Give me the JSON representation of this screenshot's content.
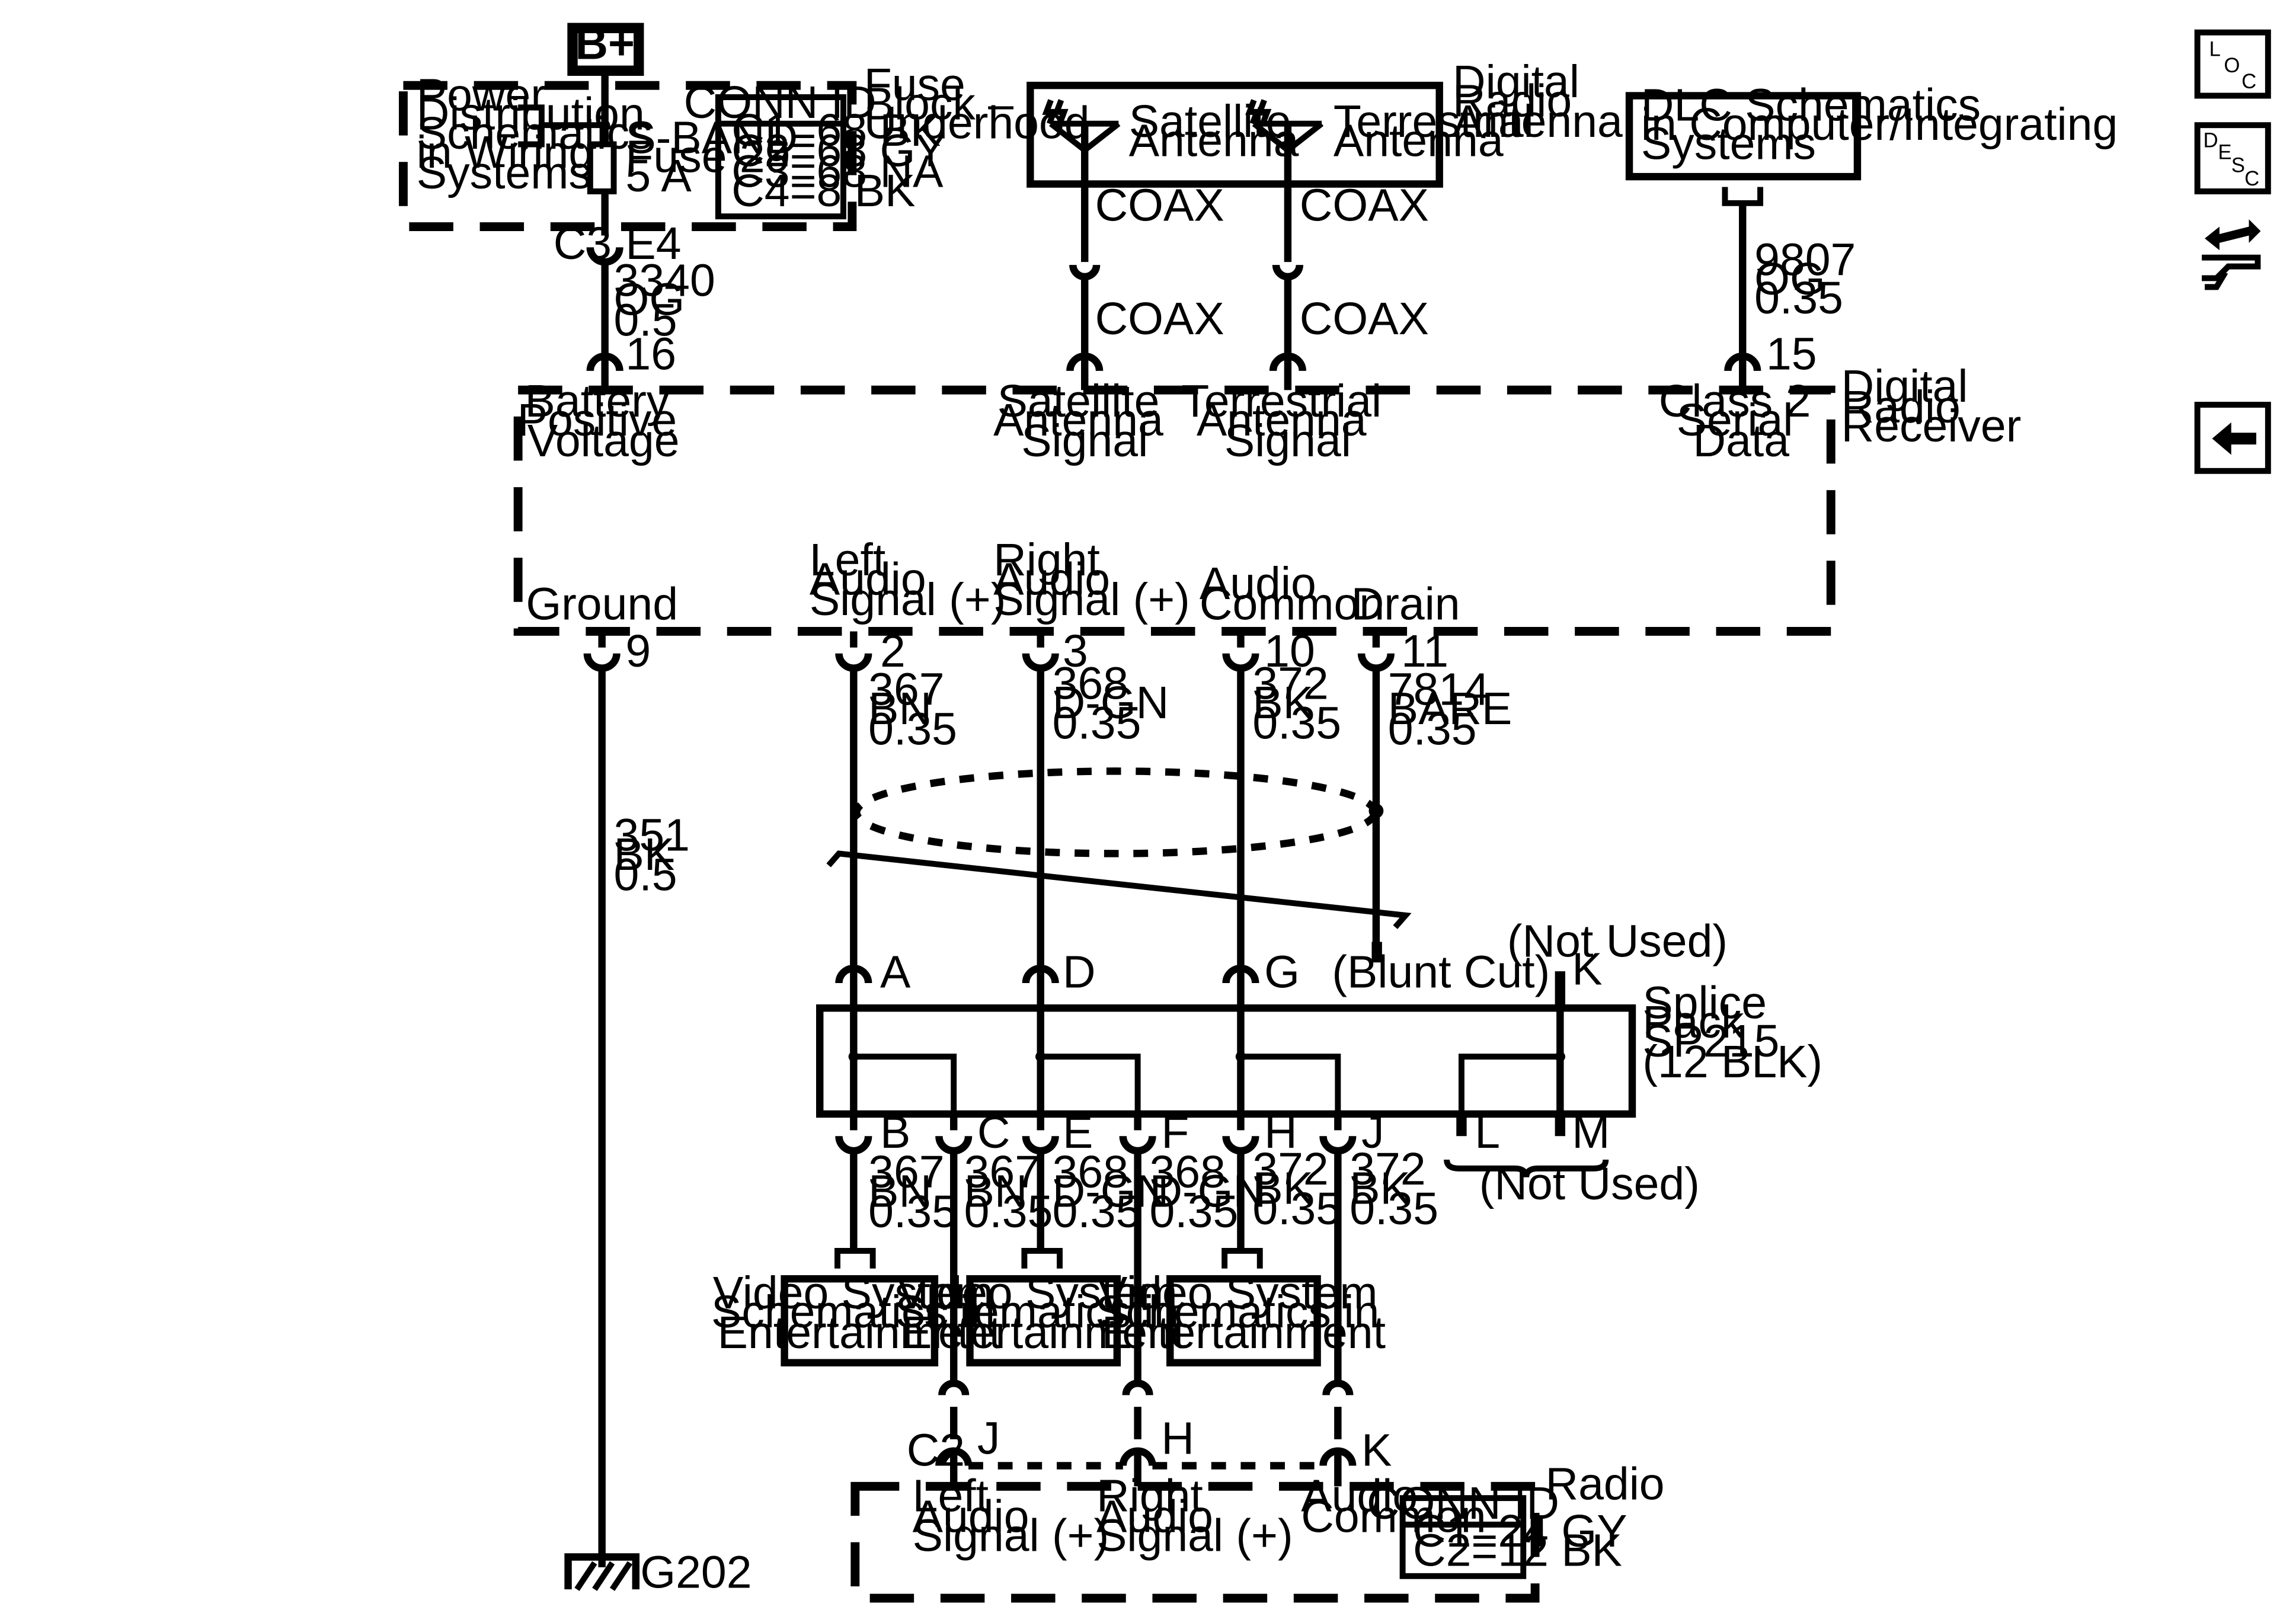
{
  "battery": "B+",
  "fuse_block": {
    "title": [
      "Fuse",
      "Block –",
      "Underhood"
    ],
    "power_ref": [
      "Power",
      "Distribution",
      "Schematics",
      "in Wiring",
      "Systems"
    ],
    "fuse": [
      "S-BAND",
      "Fuse 29",
      "5 A"
    ],
    "conn_id": {
      "title": "CONN ID",
      "rows": [
        "C1=68 BK",
        "C2=68 GY",
        "C3=68 NA",
        "C4=8 BK"
      ]
    },
    "connector": "C3",
    "pin": "E4"
  },
  "antenna": {
    "title": [
      "Digital",
      "Radio",
      "Antenna"
    ],
    "satellite": [
      "Satellite",
      "Antenna"
    ],
    "terrestrial": [
      "Terrestrial",
      "Antenna"
    ],
    "coax": "COAX"
  },
  "dlc": {
    "text": [
      "DLC Schematics",
      "in Computer/Integrating",
      "Systems"
    ]
  },
  "receiver": {
    "title": [
      "Digital",
      "Radio",
      "Receiver"
    ],
    "battery_positive": [
      "Battery",
      "Positive",
      "Voltage"
    ],
    "satellite_signal": [
      "Satellite",
      "Antenna",
      "Signal"
    ],
    "terrestrial_signal": [
      "Terrestrial",
      "Antenna",
      "Signal"
    ],
    "class2": [
      "Class 2",
      "Serial",
      "Data"
    ],
    "ground": "Ground",
    "left_audio": [
      "Left",
      "Audio",
      "Signal (+)"
    ],
    "right_audio": [
      "Right",
      "Audio",
      "Signal (+)"
    ],
    "audio_common": [
      "Audio",
      "Common"
    ],
    "drain": "Drain"
  },
  "wires": {
    "w3340": [
      "3340",
      "OG",
      "0.5"
    ],
    "w9807": [
      "9807",
      "OG",
      "0.35"
    ],
    "w351": [
      "351",
      "BK",
      "0.5"
    ],
    "w367": [
      "367",
      "BN",
      "0.35"
    ],
    "w368": [
      "368",
      "D-GN",
      "0.35"
    ],
    "w372": [
      "372",
      "BK",
      "0.35"
    ],
    "w7814": [
      "7814",
      "BARE",
      "0.35"
    ]
  },
  "pins": {
    "p16": "16",
    "p15": "15",
    "p9": "9",
    "p2": "2",
    "p3": "3",
    "p10": "10",
    "p11": "11",
    "A": "A",
    "D": "D",
    "G": "G",
    "K": "K",
    "B": "B",
    "C": "C",
    "E": "E",
    "F": "F",
    "H": "H",
    "J": "J",
    "L": "L",
    "M": "M"
  },
  "blunt_cut": "(Blunt Cut)",
  "not_used": "(Not Used)",
  "splice_pack": [
    "Splice",
    "Pack",
    "SP215",
    "(12 BLK)"
  ],
  "video_ref": [
    "Video System",
    "Schematics in",
    "Entertainment"
  ],
  "radio": {
    "title": "Radio",
    "connector": "C2",
    "pin_j": "J",
    "pin_h": "H",
    "pin_k": "K",
    "left_audio": [
      "Left",
      "Audio",
      "Signal (+)"
    ],
    "right_audio": [
      "Right",
      "Audio",
      "Signal (+)"
    ],
    "audio_common": [
      "Audio",
      "Common"
    ],
    "conn_id": {
      "title": "CONN ID",
      "rows": [
        "C1=24 GY",
        "C2=12 BK"
      ]
    }
  },
  "ground_point": "G202",
  "nav": {
    "loc_icon": "loc-icon",
    "desc_icon": "desc-icon",
    "connector_icon": "connector-view-icon",
    "back_icon": "back-arrow-icon",
    "loc": [
      "L",
      "O",
      "C"
    ],
    "desc": [
      "D",
      "E",
      "S",
      "C"
    ]
  }
}
